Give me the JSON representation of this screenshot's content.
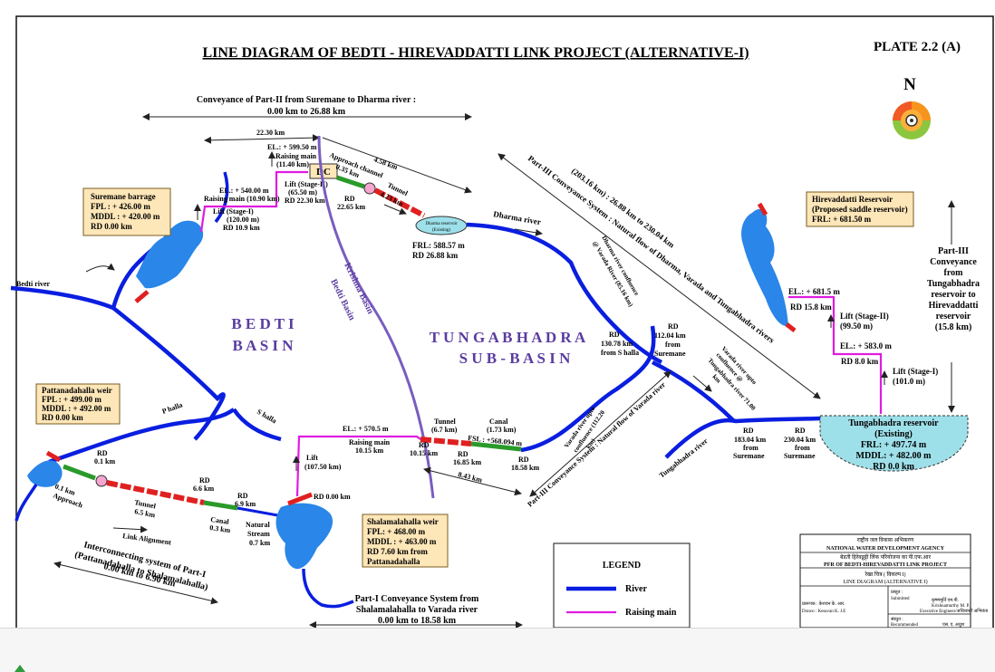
{
  "title": "LINE DIAGRAM  OF BEDTI - HIREVADDATTI LINK PROJECT (ALTERNATIVE-I)",
  "plate": "PLATE 2.2 (A)",
  "north": "N",
  "colors": {
    "river": "#0a1ee0",
    "raising_main": "#e01be0",
    "tunnel": "#e02020",
    "canal": "#2a9a2a",
    "basin_line": "#7a5cc0",
    "reservoir": "#2a86e8",
    "label_box": "#fde6b8",
    "label_border": "#7a5c20"
  },
  "conveyance_part2": {
    "line1": "Conveyance of Part-II from Suremane to Dharma river :",
    "line2": "0.00 km to 26.88 km"
  },
  "labels": {
    "d2230": "22.30 km",
    "el5995": "EL.: + 599.50 m",
    "raising_main_1": "Raising main",
    "raising_main_1140": "(11.40 km)",
    "dc": "DC",
    "approach_channel": "Approach channel",
    "approach_035": "0.35 km",
    "d458": "4.58 km",
    "tunnel_l": "Tunnel",
    "tunnel_423": "4.23 km",
    "el540": "EL.: + 540.00 m",
    "raising_main_1090": "Raising main (10.90 km)",
    "lift_stage1": "Lift (Stage-I)",
    "lift_120": "(120.00 m)",
    "rd109": "RD 10.9 km",
    "lift_stage2": "Lift (Stage-II)",
    "lift_655": "(65.50 m)",
    "rd2230": "RD 22.30 km",
    "rd_lbl": "RD",
    "rd2265": "22.65 km",
    "dharma_res": "Dharma reservoir",
    "existing": "(Existing)",
    "frl58857": "FRL: 588.57 m",
    "rd2688": "RD 26.88 km",
    "dharma_river": "Dharma river",
    "bedti_river": "Bedti river",
    "krishna_basin": "Krishna Basin",
    "bedti_basin_small": "Bedti Basin",
    "bedti_basin_1": "B E D T I",
    "bedti_basin_2": "B A S I N",
    "tung_1": "T U N G A B H A D R A",
    "tung_2": "S U B - B A S I N",
    "part3_line1": "Part-III Conveyance System : Natural flow of Dharma, Varada and Tungabhadra rivers",
    "part3_line2": "(203.16 km) : 26.88 km to 230.04 km",
    "dharma_conf_1": "Dharma river confluence",
    "dharma_conf_2": "@ Varada River (85.16 km)",
    "rd13078": "RD",
    "rd13078b": "130.78 km",
    "rd13078c": "from S halla",
    "rd11204": "RD",
    "rd11204b": "112.04 km",
    "rd11204c": "from",
    "rd11204d": "Suremane",
    "varada_conf_1": "Varada river upto",
    "varada_conf_2": "confluence @",
    "varada_conf_3": "Tungabhadra river 71.00",
    "varada_conf_4": "km",
    "rd18304": "RD",
    "rd18304b": "183.04 km",
    "rd18304c": "from",
    "rd18304d": "Suremane",
    "rd23004": "RD",
    "rd23004b": "230.04 km",
    "rd23004c": "from",
    "rd23004d": "Suremane",
    "tung_river": "Tungabhadra river",
    "el6815": "EL.: + 681.5 m",
    "rd158": "RD 15.8 km",
    "lift_stage2b": "Lift (Stage-II)",
    "lift_995": "(99.50 m)",
    "el583": "EL.: + 583.0 m",
    "rd80": "RD 8.0 km",
    "lift_stage1b": "Lift (Stage-I)",
    "lift_101": "(101.0 m)",
    "part3_right": [
      "Part-III",
      "Conveyance",
      "from",
      "Tungabhadra",
      "reservoir to",
      "Hirevaddatti",
      "reservoir",
      "(15.8 km)"
    ],
    "p_halla": "P halla",
    "s_halla": "S halla",
    "el5705": "EL.: + 570.5 m",
    "raising_main_2": "Raising main",
    "raising_1015": "10.15 km",
    "lift_b": "Lift",
    "lift_1075": "(107.50 km)",
    "tunnel_b": "Tunnel",
    "tunnel_67": "(6.7 km)",
    "canal_b": "Canal",
    "canal_173": "(1.73 km)",
    "fsl": "FSL : +568.094 m",
    "rd_b": "RD",
    "rd1015": "10.15 km",
    "rd1685": "16.85 km",
    "rd1858": "18.58 km",
    "d843": "8.43 km",
    "varada_upto_1": "Varada river upto",
    "varada_upto_2": "confluence (112.20",
    "varada_upto_3": "km)",
    "part3_small": "Part-III Conveyance System : Natural flow of Varada river",
    "rd01": "RD",
    "rd01b": "0.1 km",
    "rd66": "RD",
    "rd66b": "6.6 km",
    "rd69": "RD",
    "rd69b": "6.9 km",
    "approach_b": "0.1 km",
    "approach_c": "Approach",
    "tunnel_c": "Tunnel",
    "tunnel_65": "6.5 km",
    "canal_c": "Canal",
    "canal_03": "0.3 km",
    "natural_stream": "Natural",
    "natural_stream2": "Stream",
    "natural_07": "0.7 km",
    "rd000": "RD 0.00 km",
    "link_alignment": "Link Alignment",
    "interconn_1": "Interconnecting system of Part-I",
    "interconn_2": "(Pattanadahalla to Shalamalahalla)",
    "interconn_3": "0.00 km to 6.90 km",
    "part1_1": "Part-I Conveyance System from",
    "part1_2": "Shalamalahalla to Varada river",
    "part1_3": "0.00 km to 18.58 km"
  },
  "boxes": {
    "suremane": [
      "Suremane barrage",
      "FPL : + 426.00 m",
      "MDDL : + 420.00 m",
      "RD 0.00 km"
    ],
    "hirevaddatti": [
      "Hirevaddatti Reservoir",
      "(Proposed saddle reservoir)",
      "FRL: + 681.50 m"
    ],
    "pattana": [
      "Pattanadahalla weir",
      "FPL : + 499.00 m",
      "MDDL : + 492.00 m",
      "RD 0.00 km"
    ],
    "shalamala": [
      "Shalamalahalla weir",
      "FPL: + 468.00 m",
      "MDDL : + 463.00 m",
      "RD 7.60 km from",
      "Pattanadahalla"
    ],
    "tung_res": [
      "Tungabhadra reservoir",
      "(Existing)",
      "FRL: + 497.74 m",
      "MDDL: + 482.00 m",
      "RD 0.0 km"
    ]
  },
  "legend": {
    "title": "LEGEND",
    "river": "River",
    "raising_main": "Raising main"
  },
  "title_block": {
    "hindi_agency": "राष्ट्रीय जल विकास अभिकरण",
    "agency": "NATIONAL WATER DEVELOPMENT AGENCY",
    "hindi_pfr": "बेडती हिरेवड्डट्टी लिंक परियोजना का पी.एफ.आर",
    "pfr": "PFR OF BEDTI-HIREVADDATTI LINK PROJECT",
    "hindi_diagram": "रेखा चित्र ( विकल्प I)",
    "diagram": "LINE DIAGRAM (ALTERNATIVE I)",
    "submitted_hindi": "प्रस्तुत :",
    "submitted": "Submitted",
    "engineer_hindi": "कृष्णमूर्ति एम.पी.",
    "engineer": "Krishnamurthy M. P.",
    "exec_eng": "Executive Engineer/अधिशासी अभियंता",
    "drawn_hindi": "प्रारूपक : केशवन के. आर.",
    "drawn": "Drawn : Kesavan K. J.E",
    "recommended_hindi": "संस्तुत :",
    "recommended": "Recommended",
    "se": "एस. ए. अधुश"
  }
}
